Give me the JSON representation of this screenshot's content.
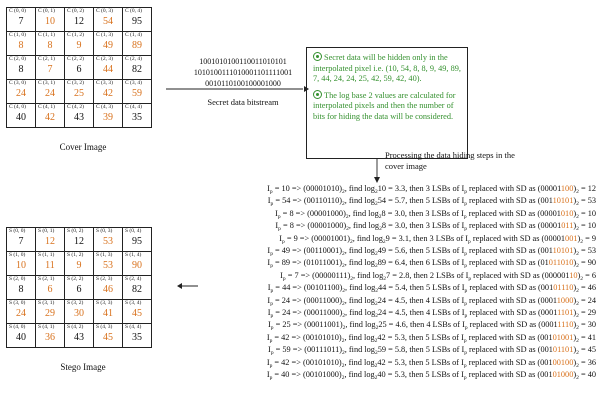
{
  "cover": {
    "title": "Cover Image",
    "rows": [
      [
        {
          "l": "C (0, 0)",
          "v": "7",
          "h": false
        },
        {
          "l": "C (0, 1)",
          "v": "10",
          "h": true
        },
        {
          "l": "C (0, 2)",
          "v": "12",
          "h": false
        },
        {
          "l": "C (0, 3)",
          "v": "54",
          "h": true
        },
        {
          "l": "C (0, 4)",
          "v": "95",
          "h": false
        }
      ],
      [
        {
          "l": "C (1, 0)",
          "v": "8",
          "h": true
        },
        {
          "l": "C (1, 1)",
          "v": "8",
          "h": true
        },
        {
          "l": "C (1, 2)",
          "v": "9",
          "h": true
        },
        {
          "l": "C (1, 3)",
          "v": "49",
          "h": true
        },
        {
          "l": "C (1, 4)",
          "v": "89",
          "h": true
        }
      ],
      [
        {
          "l": "C (2, 0)",
          "v": "8",
          "h": false
        },
        {
          "l": "C (2, 1)",
          "v": "7",
          "h": true
        },
        {
          "l": "C (2, 2)",
          "v": "6",
          "h": false
        },
        {
          "l": "C (2, 3)",
          "v": "44",
          "h": true
        },
        {
          "l": "C (2, 4)",
          "v": "82",
          "h": false
        }
      ],
      [
        {
          "l": "C (3, 0)",
          "v": "24",
          "h": true
        },
        {
          "l": "C (3, 1)",
          "v": "24",
          "h": true
        },
        {
          "l": "C (3, 2)",
          "v": "25",
          "h": true
        },
        {
          "l": "C (3, 3)",
          "v": "42",
          "h": true
        },
        {
          "l": "C (3, 4)",
          "v": "59",
          "h": true
        }
      ],
      [
        {
          "l": "C (4, 0)",
          "v": "40",
          "h": false
        },
        {
          "l": "C (4, 1)",
          "v": "42",
          "h": true
        },
        {
          "l": "C (4, 2)",
          "v": "43",
          "h": false
        },
        {
          "l": "C (4, 3)",
          "v": "39",
          "h": true
        },
        {
          "l": "C (4, 4)",
          "v": "35",
          "h": false
        }
      ]
    ]
  },
  "stego": {
    "title": "Stego Image",
    "rows": [
      [
        {
          "l": "S (0, 0)",
          "v": "7",
          "h": false
        },
        {
          "l": "S (0, 1)",
          "v": "12",
          "h": true
        },
        {
          "l": "S (0, 2)",
          "v": "12",
          "h": false
        },
        {
          "l": "S (0, 3)",
          "v": "53",
          "h": true
        },
        {
          "l": "S (0, 4)",
          "v": "95",
          "h": false
        }
      ],
      [
        {
          "l": "S (1, 0)",
          "v": "10",
          "h": true
        },
        {
          "l": "S (1, 1)",
          "v": "11",
          "h": true
        },
        {
          "l": "S (1, 2)",
          "v": "9",
          "h": true
        },
        {
          "l": "S (1, 3)",
          "v": "53",
          "h": true
        },
        {
          "l": "S (1, 4)",
          "v": "90",
          "h": true
        }
      ],
      [
        {
          "l": "S (2, 0)",
          "v": "8",
          "h": false
        },
        {
          "l": "S (2, 1)",
          "v": "6",
          "h": true
        },
        {
          "l": "S (2, 2)",
          "v": "6",
          "h": false
        },
        {
          "l": "S (2, 3)",
          "v": "46",
          "h": true
        },
        {
          "l": "S (2, 4)",
          "v": "82",
          "h": false
        }
      ],
      [
        {
          "l": "S (3, 0)",
          "v": "24",
          "h": true
        },
        {
          "l": "S (3, 1)",
          "v": "29",
          "h": true
        },
        {
          "l": "S (3, 2)",
          "v": "30",
          "h": true
        },
        {
          "l": "S (3, 3)",
          "v": "41",
          "h": true
        },
        {
          "l": "S (3, 4)",
          "v": "45",
          "h": true
        }
      ],
      [
        {
          "l": "S (4, 0)",
          "v": "40",
          "h": false
        },
        {
          "l": "S (4, 1)",
          "v": "36",
          "h": true
        },
        {
          "l": "S (4, 2)",
          "v": "43",
          "h": false
        },
        {
          "l": "S (4, 3)",
          "v": "45",
          "h": true
        },
        {
          "l": "S (4, 4)",
          "v": "35",
          "h": false
        }
      ]
    ]
  },
  "bitstream": {
    "lines": [
      "1001010100110011010101",
      "1010100111010001101111001",
      "0010110100100001000"
    ],
    "label": "Secret data bitstream"
  },
  "notes": [
    "Secret data will be hidden only in the interpolated pixel i.e. (10, 54, 8, 8, 9, 49, 89, 7, 44, 24, 24, 25, 42, 59, 42, 40).",
    "The log base 2 values are calculated for interpolated pixels and then the number of bits for hiding the data will be considered."
  ],
  "process_label": "Processing the data hiding steps in the cover image",
  "steps": [
    {
      "p": "10",
      "bin": "00001010",
      "log": "3.3",
      "n": "3",
      "pre": "00001",
      "sec": "100",
      "res": "12"
    },
    {
      "p": "54",
      "bin": "00110110",
      "log": "5.7",
      "n": "5",
      "pre": "001",
      "sec": "10101",
      "res": "53"
    },
    {
      "p": "8",
      "bin": "00001000",
      "log": "3.0",
      "n": "3",
      "pre": "00001",
      "sec": "010",
      "res": "10"
    },
    {
      "p": "8",
      "bin": "00001000",
      "log": "3.0",
      "n": "3",
      "pre": "00001",
      "sec": "011",
      "res": "10"
    },
    {
      "p": "9",
      "bin": "00001001",
      "log": "3.1",
      "n": "3",
      "pre": "00001",
      "sec": "001",
      "res": "9"
    },
    {
      "p": "49",
      "bin": "00110001",
      "log": "5.6",
      "n": "5",
      "pre": "001",
      "sec": "10101",
      "res": "53"
    },
    {
      "p": "89",
      "bin": "01011001",
      "log": "6.4",
      "n": "6",
      "pre": "01",
      "sec": "011010",
      "res": "90"
    },
    {
      "p": "7",
      "bin": "00000111",
      "log": "2.8",
      "n": "2",
      "pre": "000001",
      "sec": "10",
      "res": "6"
    },
    {
      "p": "44",
      "bin": "00101100",
      "log": "5.4",
      "n": "5",
      "pre": "001",
      "sec": "01110",
      "res": "46"
    },
    {
      "p": "24",
      "bin": "00011000",
      "log": "4.5",
      "n": "4",
      "pre": "0001",
      "sec": "1000",
      "res": "24"
    },
    {
      "p": "24",
      "bin": "00011000",
      "log": "4.5",
      "n": "4",
      "pre": "0001",
      "sec": "1101",
      "res": "29"
    },
    {
      "p": "25",
      "bin": "00011001",
      "log": "4.6",
      "n": "4",
      "pre": "0001",
      "sec": "1110",
      "res": "30"
    },
    {
      "p": "42",
      "bin": "00101010",
      "log": "5.3",
      "n": "5",
      "pre": "001",
      "sec": "01001",
      "res": "41"
    },
    {
      "p": "59",
      "bin": "00111011",
      "log": "5.8",
      "n": "5",
      "pre": "001",
      "sec": "01101",
      "res": "45"
    },
    {
      "p": "42",
      "bin": "00101010",
      "log": "5.3",
      "n": "5",
      "pre": "001",
      "sec": "00100",
      "res": "36"
    },
    {
      "p": "40",
      "bin": "00101000",
      "log": "5.3",
      "n": "5",
      "pre": "001",
      "sec": "01000",
      "res": "40"
    }
  ],
  "colors": {
    "highlight": "#d8711c",
    "note_text": "#35912f"
  }
}
